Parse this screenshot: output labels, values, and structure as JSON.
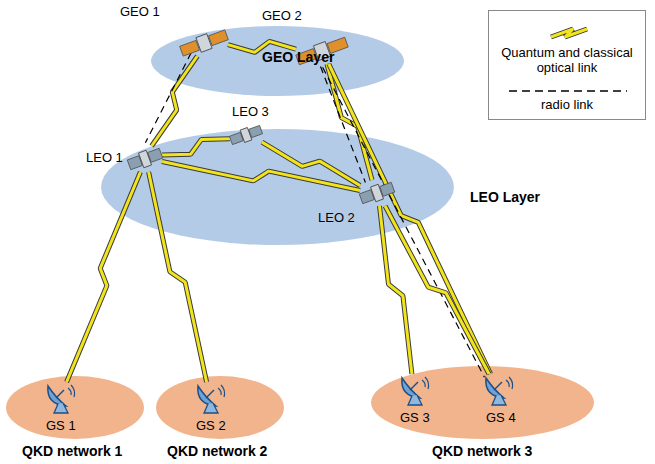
{
  "diagram": {
    "nodes": [
      {
        "text": [
          "GEO Layer"
        ]
      },
      {
        "text": [
          "GEO 1"
        ],
        "in": 0
      },
      {
        "text": [
          "GEO 2"
        ],
        "in": 0
      },
      {
        "text": [
          "LEO Layer"
        ]
      },
      {
        "text": [
          "LEO 3"
        ],
        "in": 3
      },
      {
        "text": [
          "LEO 1"
        ],
        "in": 3
      },
      {
        "text": [
          "LEO 2"
        ],
        "in": 3
      },
      {
        "text": [
          "QKD network 1"
        ]
      },
      {
        "text": [
          "GS 1"
        ],
        "in": 7
      },
      {
        "text": [
          "QKD network 2"
        ]
      },
      {
        "text": [
          "GS 2"
        ],
        "in": 9
      },
      {
        "text": [
          "QKD network 3"
        ]
      },
      {
        "text": [
          "GS 3"
        ],
        "in": 11
      },
      {
        "text": [
          "GS 4"
        ],
        "in": 11
      }
    ],
    "edges": [
      {
        "from": 1,
        "to": 2,
        "arrow": "none"
      },
      {
        "from": 1,
        "to": 5,
        "arrow": "none"
      },
      {
        "from": 1,
        "to": 5,
        "arrow": "none"
      },
      {
        "from": 2,
        "to": 6,
        "arrow": "none"
      },
      {
        "from": 2,
        "to": 6,
        "arrow": "none"
      },
      {
        "from": 2,
        "to": 13,
        "arrow": "none"
      },
      {
        "from": 2,
        "to": 13,
        "arrow": "none"
      },
      {
        "from": 5,
        "to": 4,
        "arrow": "none"
      },
      {
        "from": 4,
        "to": 6,
        "arrow": "none"
      },
      {
        "from": 5,
        "to": 6,
        "arrow": "none"
      },
      {
        "from": 5,
        "to": 8,
        "arrow": "none"
      },
      {
        "from": 5,
        "to": 10,
        "arrow": "none"
      },
      {
        "from": 6,
        "to": 12,
        "arrow": "none"
      },
      {
        "from": 6,
        "to": 13,
        "arrow": "none"
      }
    ],
    "legend": [
      {
        "text": "Quantum and classical optical link"
      },
      {
        "text": "radio link"
      }
    ]
  }
}
